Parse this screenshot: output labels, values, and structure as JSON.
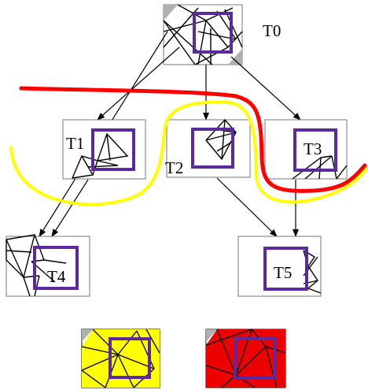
{
  "diagram": {
    "labels": {
      "t0": "T0",
      "t1": "T1",
      "t2": "T2",
      "t3": "T3",
      "t4": "T4",
      "t5": "T5"
    },
    "colors": {
      "region_box": "#5b2a9e",
      "red_curve": "#ff0000",
      "yellow_curve": "#ffff00",
      "yellow_fill": "#ffff00",
      "red_fill": "#ee0000",
      "grey_corner": "#b0b0b0",
      "frame": "#000000"
    },
    "icons": {
      "arrow": "arrow-icon",
      "mesh": "triangle-mesh-icon"
    }
  }
}
